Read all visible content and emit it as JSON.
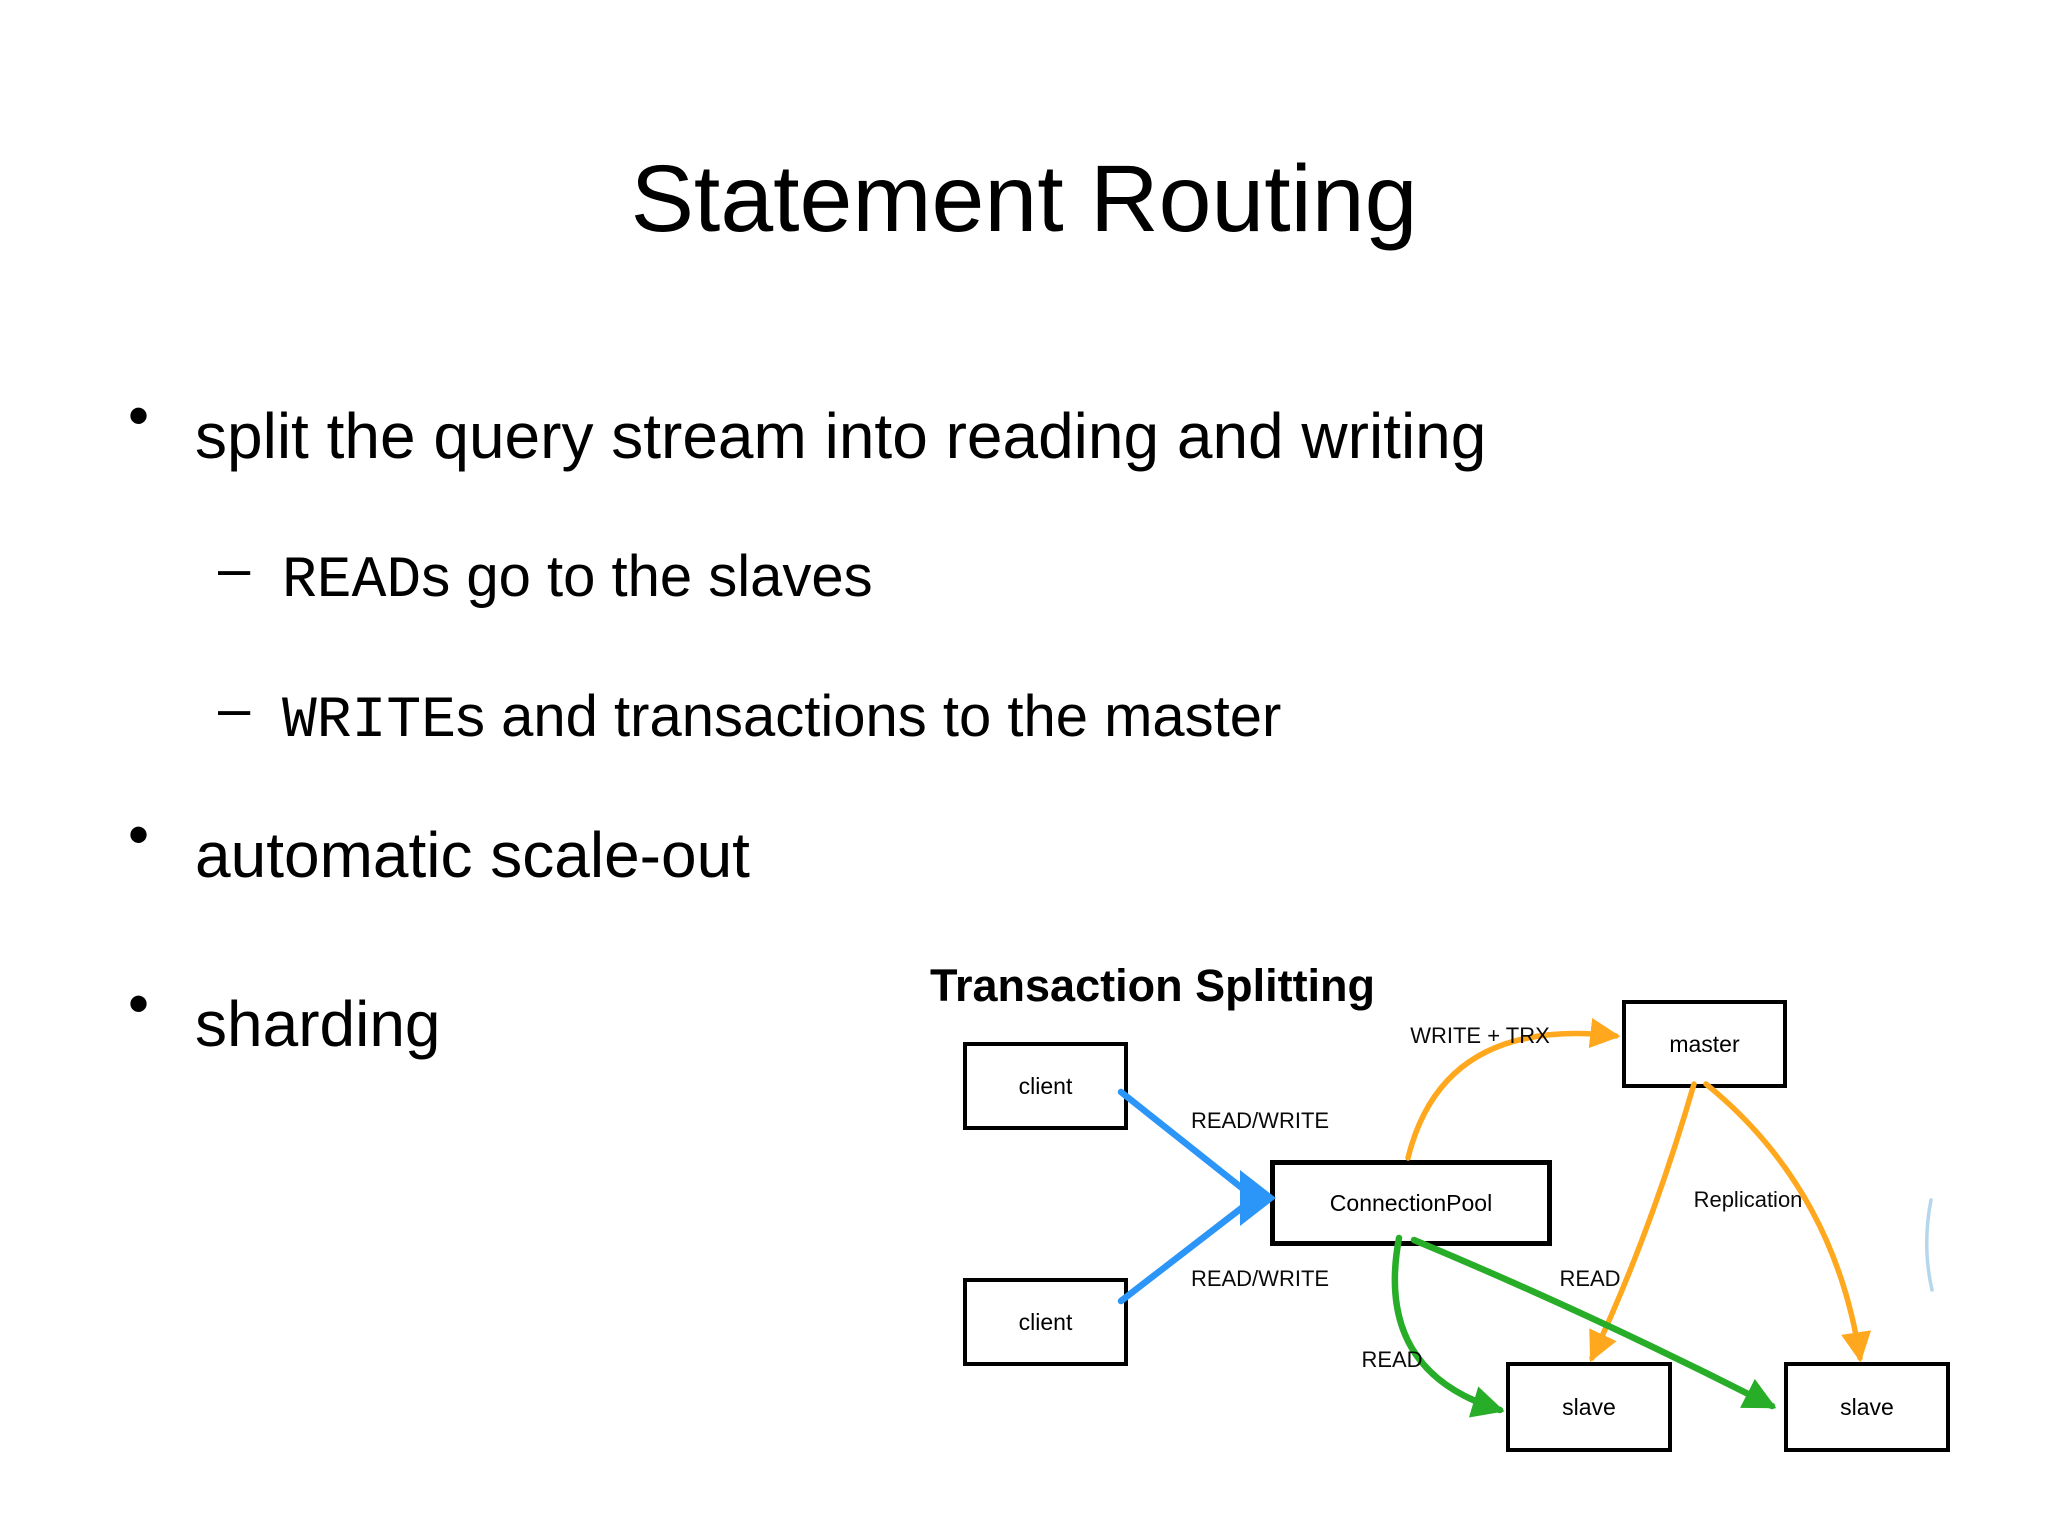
{
  "slide": {
    "title": "Statement Routing",
    "bullets": [
      {
        "marker": "•",
        "text": "split the query stream into reading and writing"
      },
      {
        "marker": "–",
        "mono": "READ",
        "rest": "s go to the slaves"
      },
      {
        "marker": "–",
        "mono": "WRITE",
        "rest": "s and transactions to the master"
      },
      {
        "marker": "•",
        "text": "automatic scale-out"
      },
      {
        "marker": "•",
        "text": "sharding"
      }
    ]
  },
  "diagram": {
    "title": "Transaction Splitting",
    "nodes": {
      "client1": "client",
      "client2": "client",
      "pool": "ConnectionPool",
      "master": "master",
      "slave1": "slave",
      "slave2": "slave"
    },
    "labels": {
      "write_trx": "WRITE + TRX",
      "read_write_top": "READ/WRITE",
      "read_write_bottom": "READ/WRITE",
      "replication": "Replication",
      "read_right": "READ",
      "read_left": "READ"
    },
    "colors": {
      "client_arrow": "#2b95f8",
      "write_arrow": "#ffa81e",
      "read_arrow": "#28ad28",
      "artifact": "#a9cfe8"
    }
  }
}
